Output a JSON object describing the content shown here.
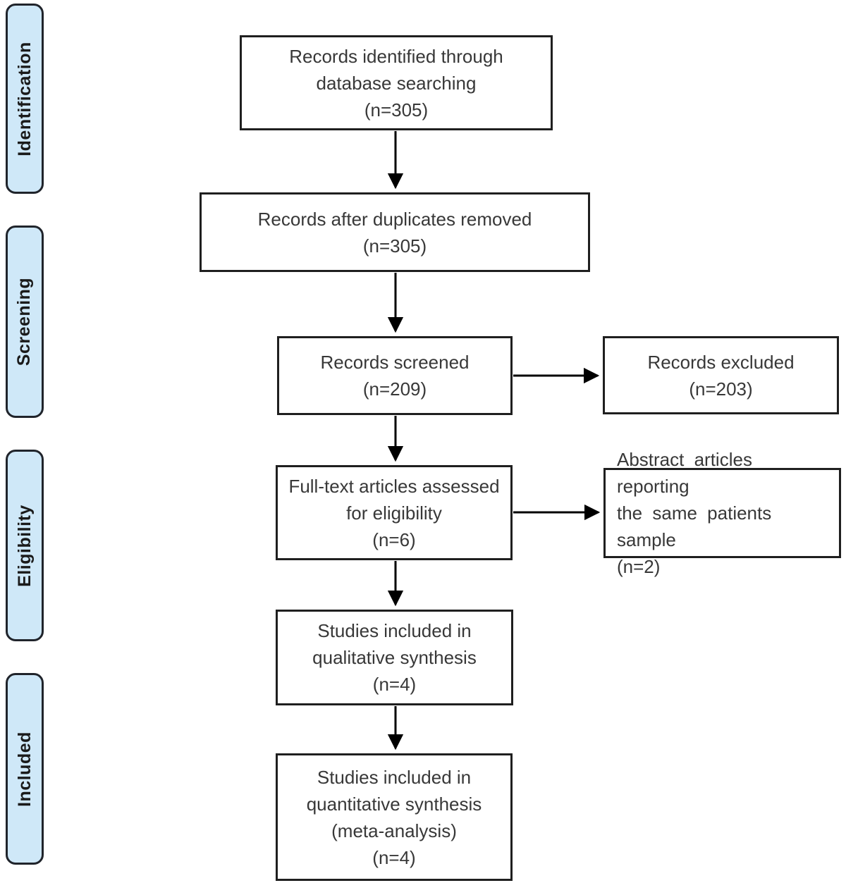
{
  "sidebar": {
    "items": [
      {
        "label": "Identification"
      },
      {
        "label": "Screening"
      },
      {
        "label": "Eligibility"
      },
      {
        "label": "Included"
      }
    ]
  },
  "flow": {
    "identified": "Records identified through\ndatabase searching\n(n=305)",
    "duplicates_removed": "Records after duplicates removed\n(n=305)",
    "screened": "Records screened\n(n=209)",
    "excluded": "Records excluded\n(n=203)",
    "fulltext": "Full-text articles assessed\nfor eligibility\n(n=6)",
    "abstract_excluded": "Abstract articles reporting\nthe same patients sample\n(n=2)",
    "qualitative": "Studies included in\nqualitative synthesis\n(n=4)",
    "quantitative": "Studies included in\nquantitative synthesis\n(meta-analysis)\n(n=4)"
  },
  "colors": {
    "stage_fill": "#cfe8f8",
    "stage_border": "#20242b",
    "box_border": "#1f1f1f",
    "box_fill": "#ffffff",
    "text": "#383838",
    "arrow": "#000000"
  }
}
